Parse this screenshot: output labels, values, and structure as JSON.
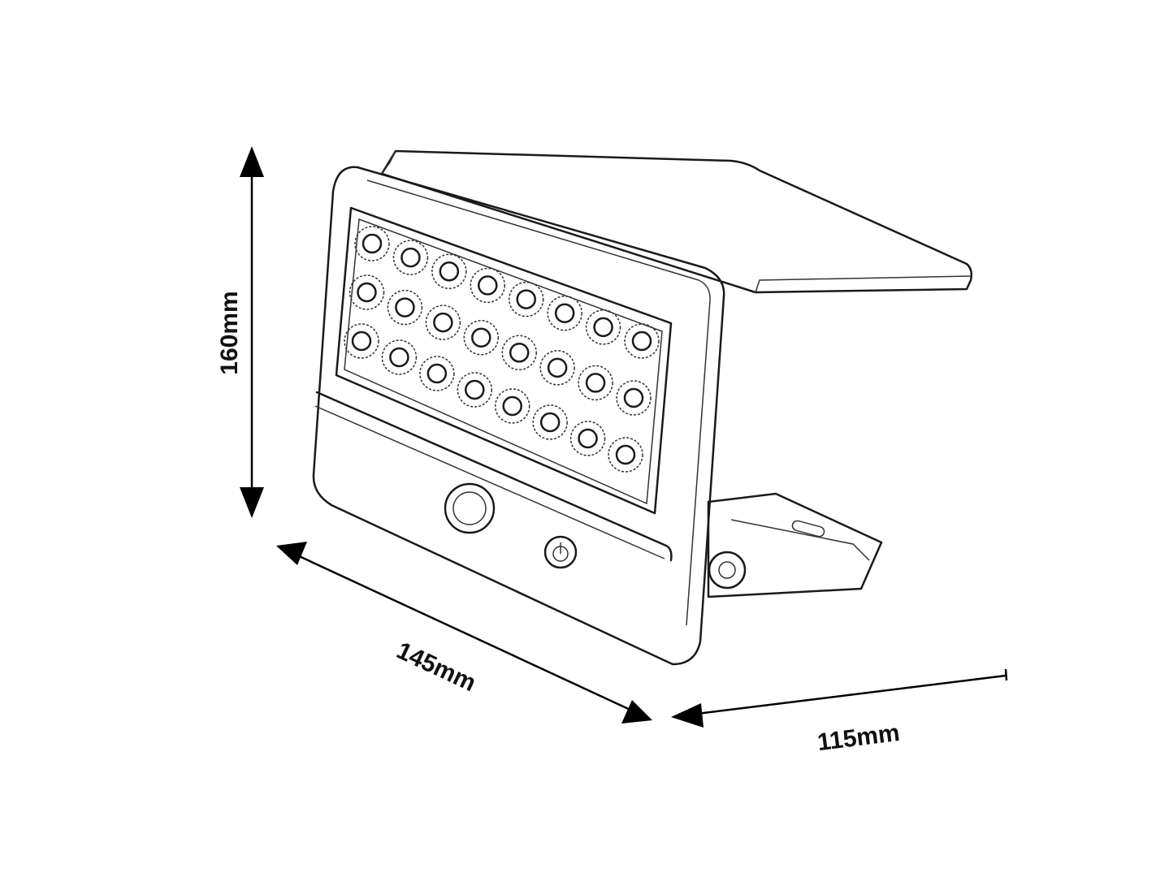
{
  "dimensions": {
    "height": "160mm",
    "width": "145mm",
    "depth": "115mm"
  },
  "led_grid": {
    "rows": 3,
    "columns": 8
  }
}
